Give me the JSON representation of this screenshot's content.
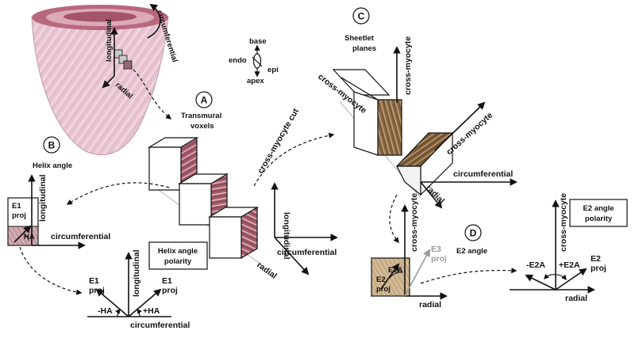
{
  "panels": {
    "A": {
      "letter": "A",
      "title_line1": "Transmural",
      "title_line2": "voxels"
    },
    "B": {
      "letter": "B",
      "title": "Helix angle"
    },
    "C": {
      "letter": "C",
      "title_line1": "Sheetlet",
      "title_line2": "planes"
    },
    "D": {
      "letter": "D",
      "title": "E2 angle"
    }
  },
  "heart": {
    "longitudinal": "longitudinal",
    "radial": "radial",
    "circumferential": "circumferential"
  },
  "orientation_key": {
    "base": "base",
    "apex": "apex",
    "endo": "endo",
    "epi": "epi"
  },
  "cubes": {
    "cut_label": "cross-myocyte cut",
    "longitudinal": "longitudinal",
    "circumferential": "circumferential",
    "radial": "radial"
  },
  "helix": {
    "e1": "E1",
    "proj": "proj",
    "ha": "HA",
    "longitudinal": "longitudinal",
    "circumferential": "circumferential",
    "polarity_line1": "Helix angle",
    "polarity_line2": "polarity",
    "neg_ha": "-HA",
    "pos_ha": "+HA"
  },
  "sheetlet": {
    "cross_myocyte": "cross-myocyte",
    "circumferential": "circumferential",
    "radial": "radial"
  },
  "e2": {
    "cross_myocyte": "cross-myocyte",
    "e3": "E3",
    "e2a": "E2A",
    "e2": "E2",
    "proj": "proj",
    "radial": "radial",
    "polarity_line1": "E2 angle",
    "polarity_line2": "polarity",
    "neg_e2a": "-E2A",
    "pos_e2a": "+E2A"
  }
}
